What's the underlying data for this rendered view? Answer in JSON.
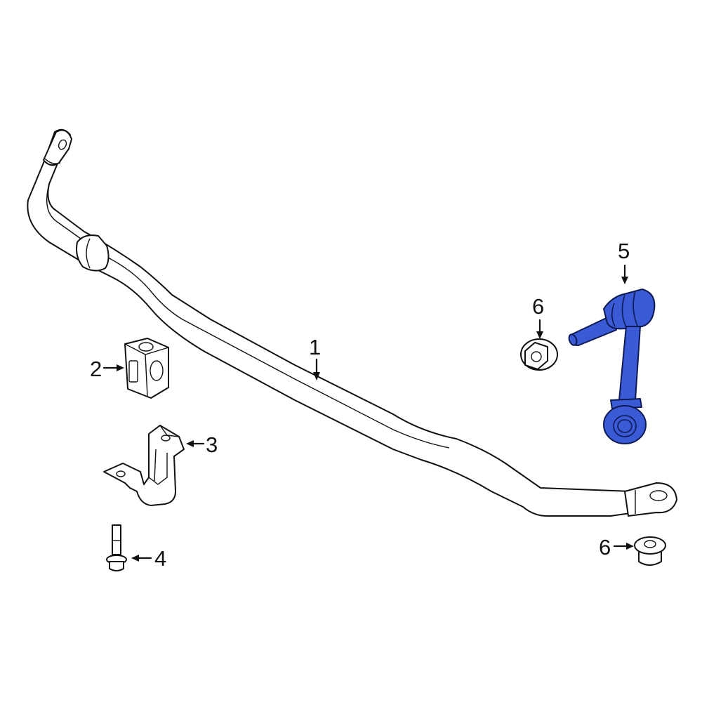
{
  "diagram": {
    "title": "Stabilizer bar assembly exploded view",
    "highlight_color": "#3b5bd6",
    "parts": [
      {
        "number": "1",
        "name": "Stabilizer bar",
        "highlighted": false
      },
      {
        "number": "2",
        "name": "Bushing",
        "highlighted": false
      },
      {
        "number": "3",
        "name": "Bracket",
        "highlighted": false
      },
      {
        "number": "4",
        "name": "Bolt",
        "highlighted": false
      },
      {
        "number": "5",
        "name": "Stabilizer link",
        "highlighted": true
      },
      {
        "number": "6",
        "name": "Nut",
        "highlighted": false
      },
      {
        "number": "6",
        "name": "Nut",
        "highlighted": false
      }
    ]
  }
}
